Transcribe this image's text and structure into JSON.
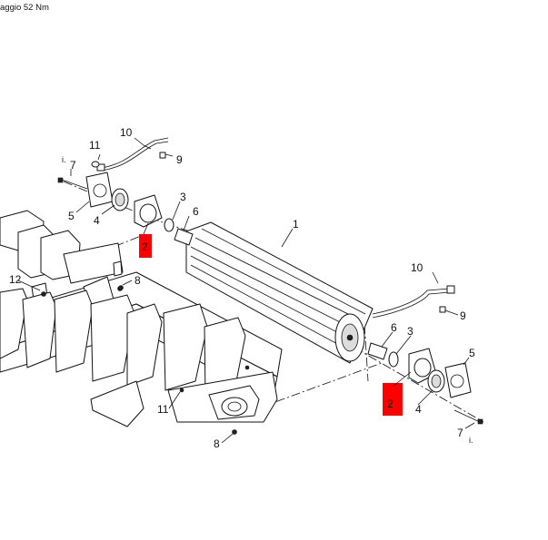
{
  "header_note": "aggio 52 Nm",
  "callouts": {
    "left": {
      "n10": "10",
      "n11": "11",
      "n9": "9",
      "n7": "7",
      "i": "i.",
      "n5": "5",
      "n4": "4",
      "n3": "3",
      "n6": "6",
      "n2": "2",
      "n8": "8",
      "n12": "12"
    },
    "center": {
      "n1": "1",
      "n11": "11",
      "n8": "8"
    },
    "right": {
      "n10": "10",
      "n9": "9",
      "n6": "6",
      "n3": "3",
      "n5": "5",
      "n2": "2",
      "n4": "4",
      "n7": "7",
      "i": "i."
    }
  },
  "colors": {
    "highlight": "#ff0000",
    "line": "#111111"
  }
}
